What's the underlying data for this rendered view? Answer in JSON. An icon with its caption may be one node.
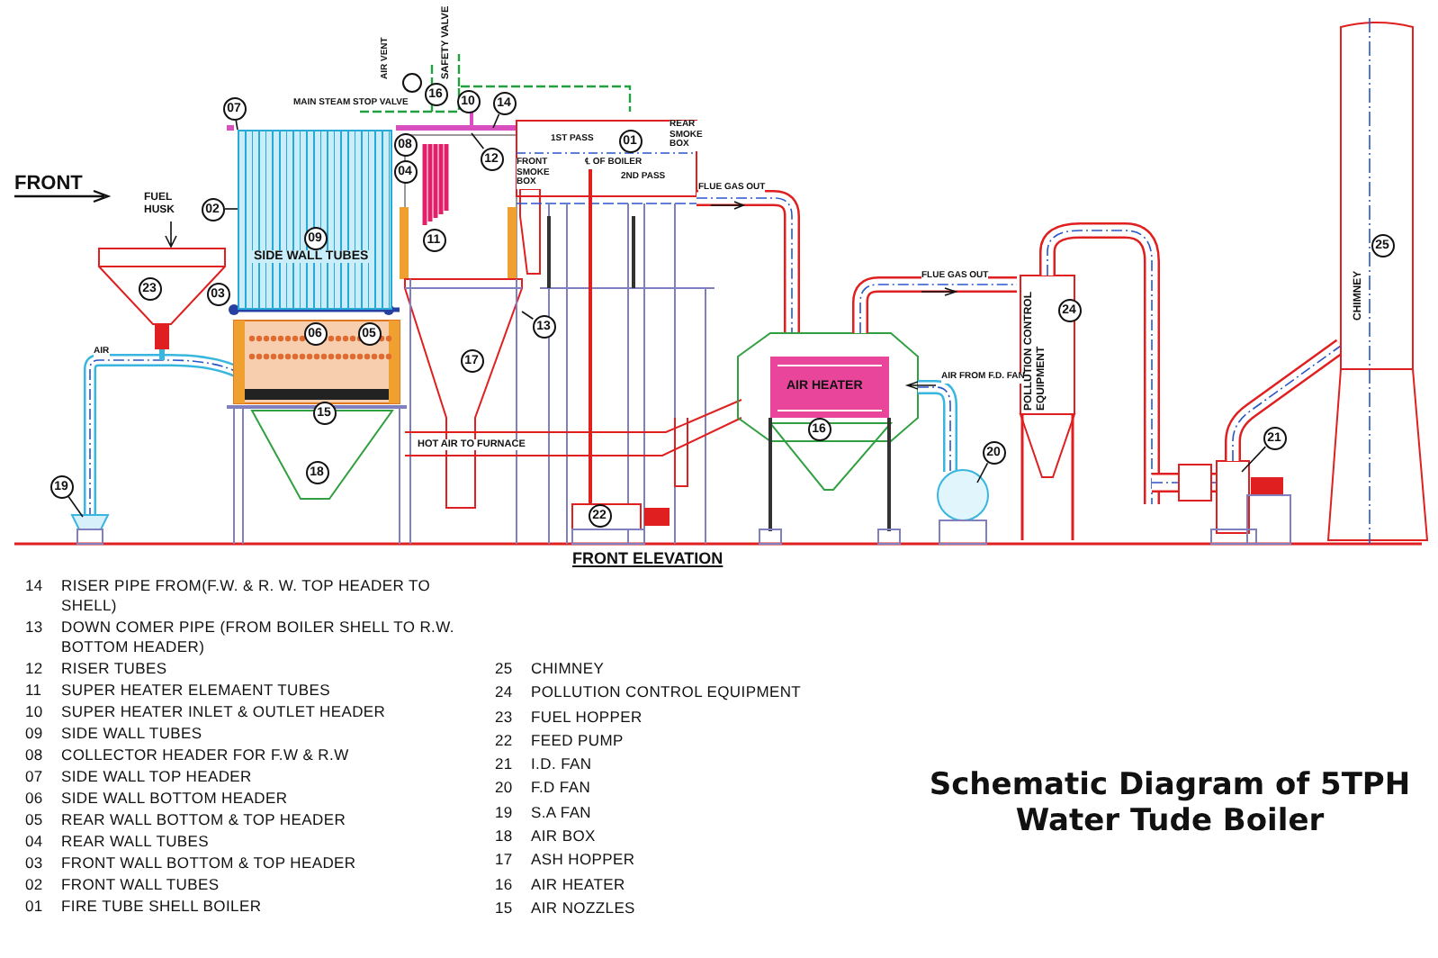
{
  "diagram": {
    "title": "Schematic Diagram of 5TPH Water Tude Boiler",
    "nodes": [
      {
        "text": [
          "07"
        ]
      },
      {
        "text": [
          "10"
        ]
      },
      {
        "text": [
          "16"
        ]
      },
      {
        "text": [
          "14"
        ]
      },
      {
        "text": [
          "01"
        ]
      },
      {
        "text": [
          "08"
        ]
      },
      {
        "text": [
          "12"
        ]
      },
      {
        "text": [
          "04"
        ]
      },
      {
        "text": [
          "02"
        ]
      },
      {
        "text": [
          "SIDE WALL TUBES"
        ]
      },
      {
        "text": [
          "09"
        ],
        "in": 9
      },
      {
        "text": [
          "11"
        ]
      },
      {
        "text": [
          "23"
        ]
      },
      {
        "text": [
          "03"
        ]
      },
      {
        "text": [
          "06"
        ]
      },
      {
        "text": [
          "05"
        ]
      },
      {
        "text": [
          "13"
        ]
      },
      {
        "text": [
          "17"
        ]
      },
      {
        "text": [
          "15"
        ]
      },
      {
        "text": [
          "18"
        ]
      },
      {
        "text": [
          "19"
        ]
      },
      {
        "text": [
          "22"
        ]
      },
      {
        "text": [
          "25"
        ]
      },
      {
        "text": [
          "24"
        ]
      },
      {
        "text": [
          "16"
        ]
      },
      {
        "text": [
          "21"
        ]
      },
      {
        "text": [
          "20"
        ]
      }
    ],
    "edges": [
      {
        "from": 0,
        "to": 9,
        "arrow": "none"
      },
      {
        "from": 3,
        "to": null,
        "arrow": "none"
      },
      {
        "from": 6,
        "to": null,
        "arrow": "none"
      },
      {
        "from": 8,
        "to": 9,
        "arrow": "none"
      },
      {
        "from": 16,
        "to": null,
        "arrow": "none"
      },
      {
        "from": 20,
        "to": null,
        "arrow": "none"
      },
      {
        "from": 25,
        "to": null,
        "arrow": "none"
      },
      {
        "from": 26,
        "to": null,
        "arrow": "none"
      }
    ],
    "labels": [
      "SAFETY VALVE",
      "AIR VENT",
      "MAIN STEAM STOP VALVE",
      "1ST PASS",
      "REAR SMOKE BOX",
      "℄ OF BOILER",
      "FRONT SMOKE BOX",
      "2ND PASS",
      "FRONT",
      "FUEL HUSK",
      "FLUE GAS OUT",
      "FLUE GAS OUT",
      "AIR HEATER",
      "AIR FROM F.D. FAN",
      "POLLUTION CONTROL EQUIPMENT",
      "CHIMNEY",
      "AIR",
      "HOT AIR TO FURNACE",
      "FRONT ELEVATION",
      "14",
      "RISER PIPE FROM(F.W. & R. W. TOP HEADER TO SHELL)",
      "13",
      "DOWN COMER PIPE (FROM BOILER SHELL TO R.W. BOTTOM HEADER)",
      "12",
      "RISER TUBES",
      "11",
      "SUPER HEATER ELEMAENT TUBES",
      "10",
      "SUPER HEATER INLET & OUTLET HEADER",
      "09",
      "SIDE WALL TUBES",
      "08",
      "COLLECTOR HEADER FOR F.W & R.W",
      "07",
      "SIDE WALL TOP HEADER",
      "06",
      "SIDE WALL BOTTOM HEADER",
      "05",
      "REAR WALL BOTTOM & TOP HEADER",
      "04",
      "REAR WALL TUBES",
      "03",
      "FRONT WALL BOTTOM & TOP HEADER",
      "02",
      "FRONT WALL TUBES",
      "01",
      "FIRE TUBE SHELL BOILER",
      "25",
      "CHIMNEY",
      "24",
      "POLLUTION CONTROL EQUIPMENT",
      "23",
      "FUEL HOPPER",
      "22",
      "FEED PUMP",
      "21",
      "I.D. FAN",
      "20",
      "F.D FAN",
      "19",
      "S.A FAN",
      "18",
      "AIR BOX",
      "17",
      "ASH HOPPER",
      "16",
      "AIR HEATER",
      "15",
      "AIR NOZZLES"
    ]
  }
}
